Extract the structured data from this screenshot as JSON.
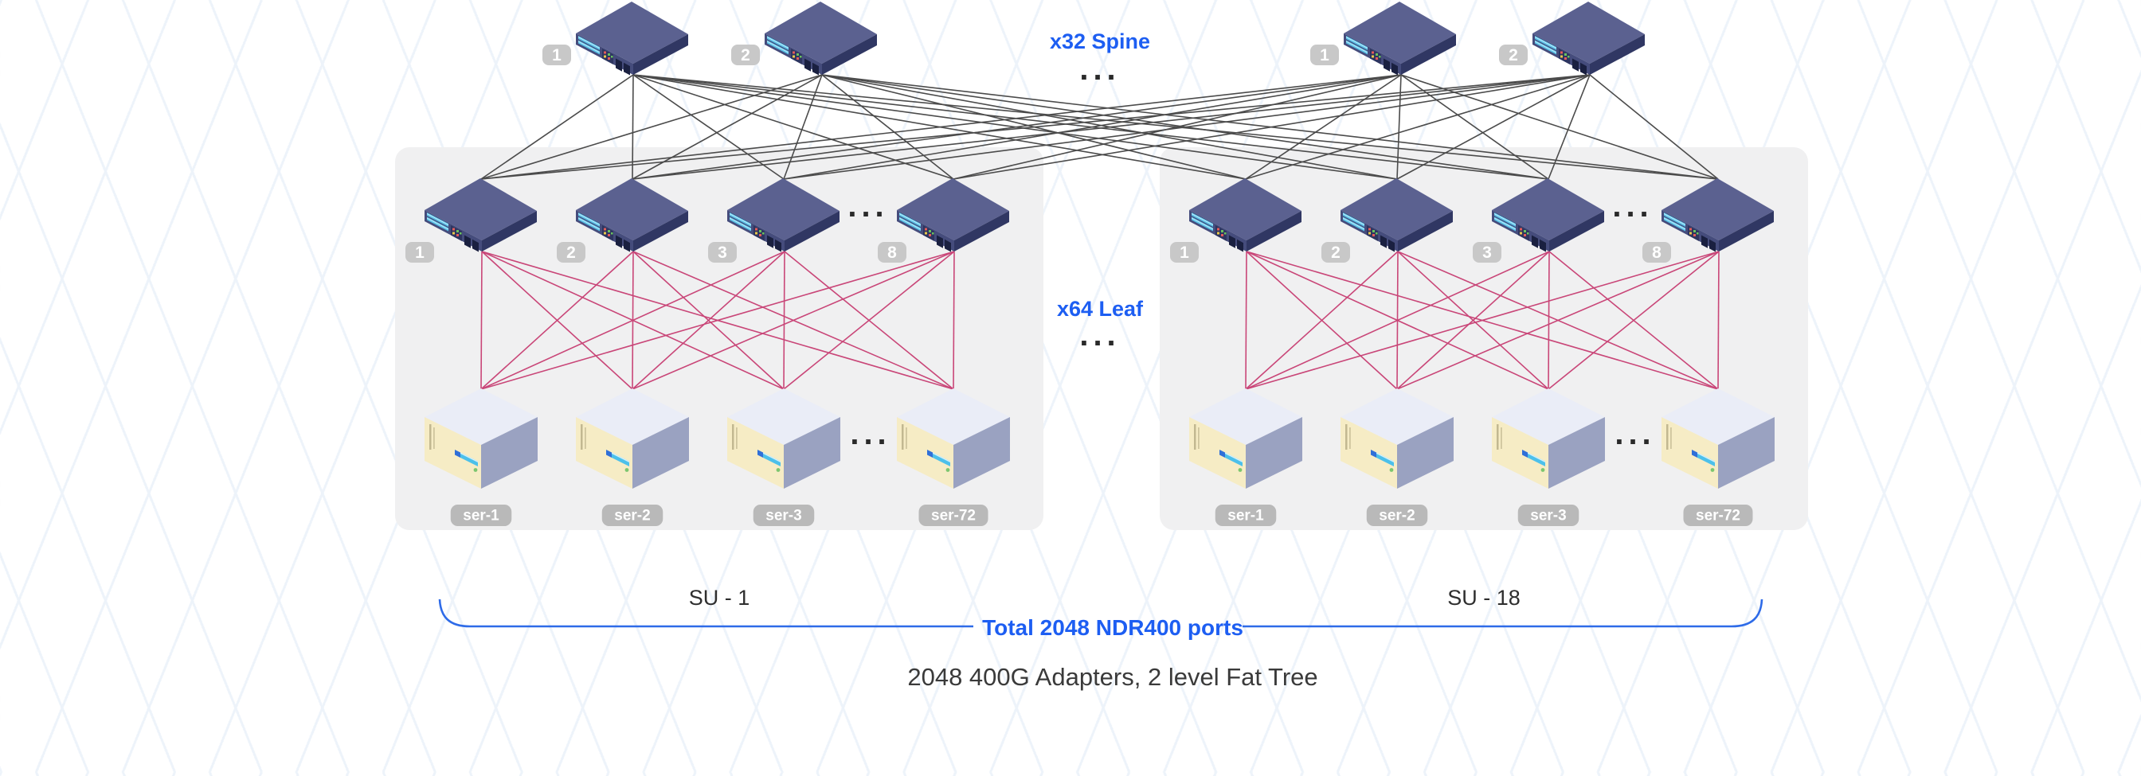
{
  "diagram": {
    "spine_section": {
      "label": "x32 Spine",
      "ellipsis": "..."
    },
    "leaf_section": {
      "label": "x64 Leaf",
      "ellipsis": "..."
    },
    "spine_switches": [
      {
        "badge": "1"
      },
      {
        "badge": "2"
      },
      {
        "badge": "1"
      },
      {
        "badge": "2"
      }
    ],
    "sus": [
      {
        "name": "SU - 1",
        "leaf_badges": [
          "1",
          "2",
          "3",
          "8"
        ],
        "leaf_ellipsis": "...",
        "servers": [
          "ser-1",
          "ser-2",
          "ser-3",
          "ser-72"
        ],
        "server_ellipsis": "..."
      },
      {
        "name": "SU - 18",
        "leaf_badges": [
          "1",
          "2",
          "3",
          "8"
        ],
        "leaf_ellipsis": "...",
        "servers": [
          "ser-1",
          "ser-2",
          "ser-3",
          "ser-72"
        ],
        "server_ellipsis": "..."
      }
    ],
    "footer": {
      "brace_label": "Total 2048 NDR400 ports",
      "caption": "2048 400G Adapters, 2 level Fat Tree"
    },
    "colors": {
      "accent_blue": "#1d5ef2",
      "link_gray": "#4b4b4b",
      "link_pink": "#c94678",
      "panel_gray": "#f0f0f1",
      "badge_gray": "#c8c8c8",
      "server_label_gray": "#b9b9b9"
    }
  }
}
